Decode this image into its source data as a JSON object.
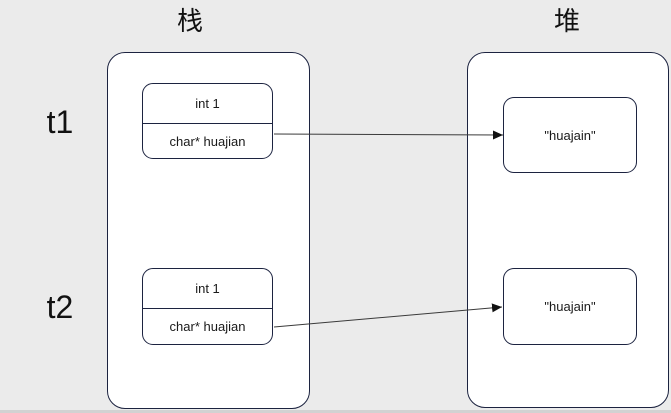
{
  "diagram": {
    "left_panel_title": "栈",
    "right_panel_title": "堆",
    "thread_labels": [
      "t1",
      "t2"
    ],
    "stack_frames": [
      {
        "rows": [
          "int 1",
          "char* huajian"
        ]
      },
      {
        "rows": [
          "int 1",
          "char* huajian"
        ]
      }
    ],
    "heap_objects": [
      "\"huajain\"",
      "\"huajain\""
    ],
    "colors": {
      "background": "#ebebeb",
      "panel_fill": "#ffffff",
      "shape_border": "#1c2340",
      "arrow": "#3a3a3a",
      "text": "#1a1a1a"
    }
  }
}
